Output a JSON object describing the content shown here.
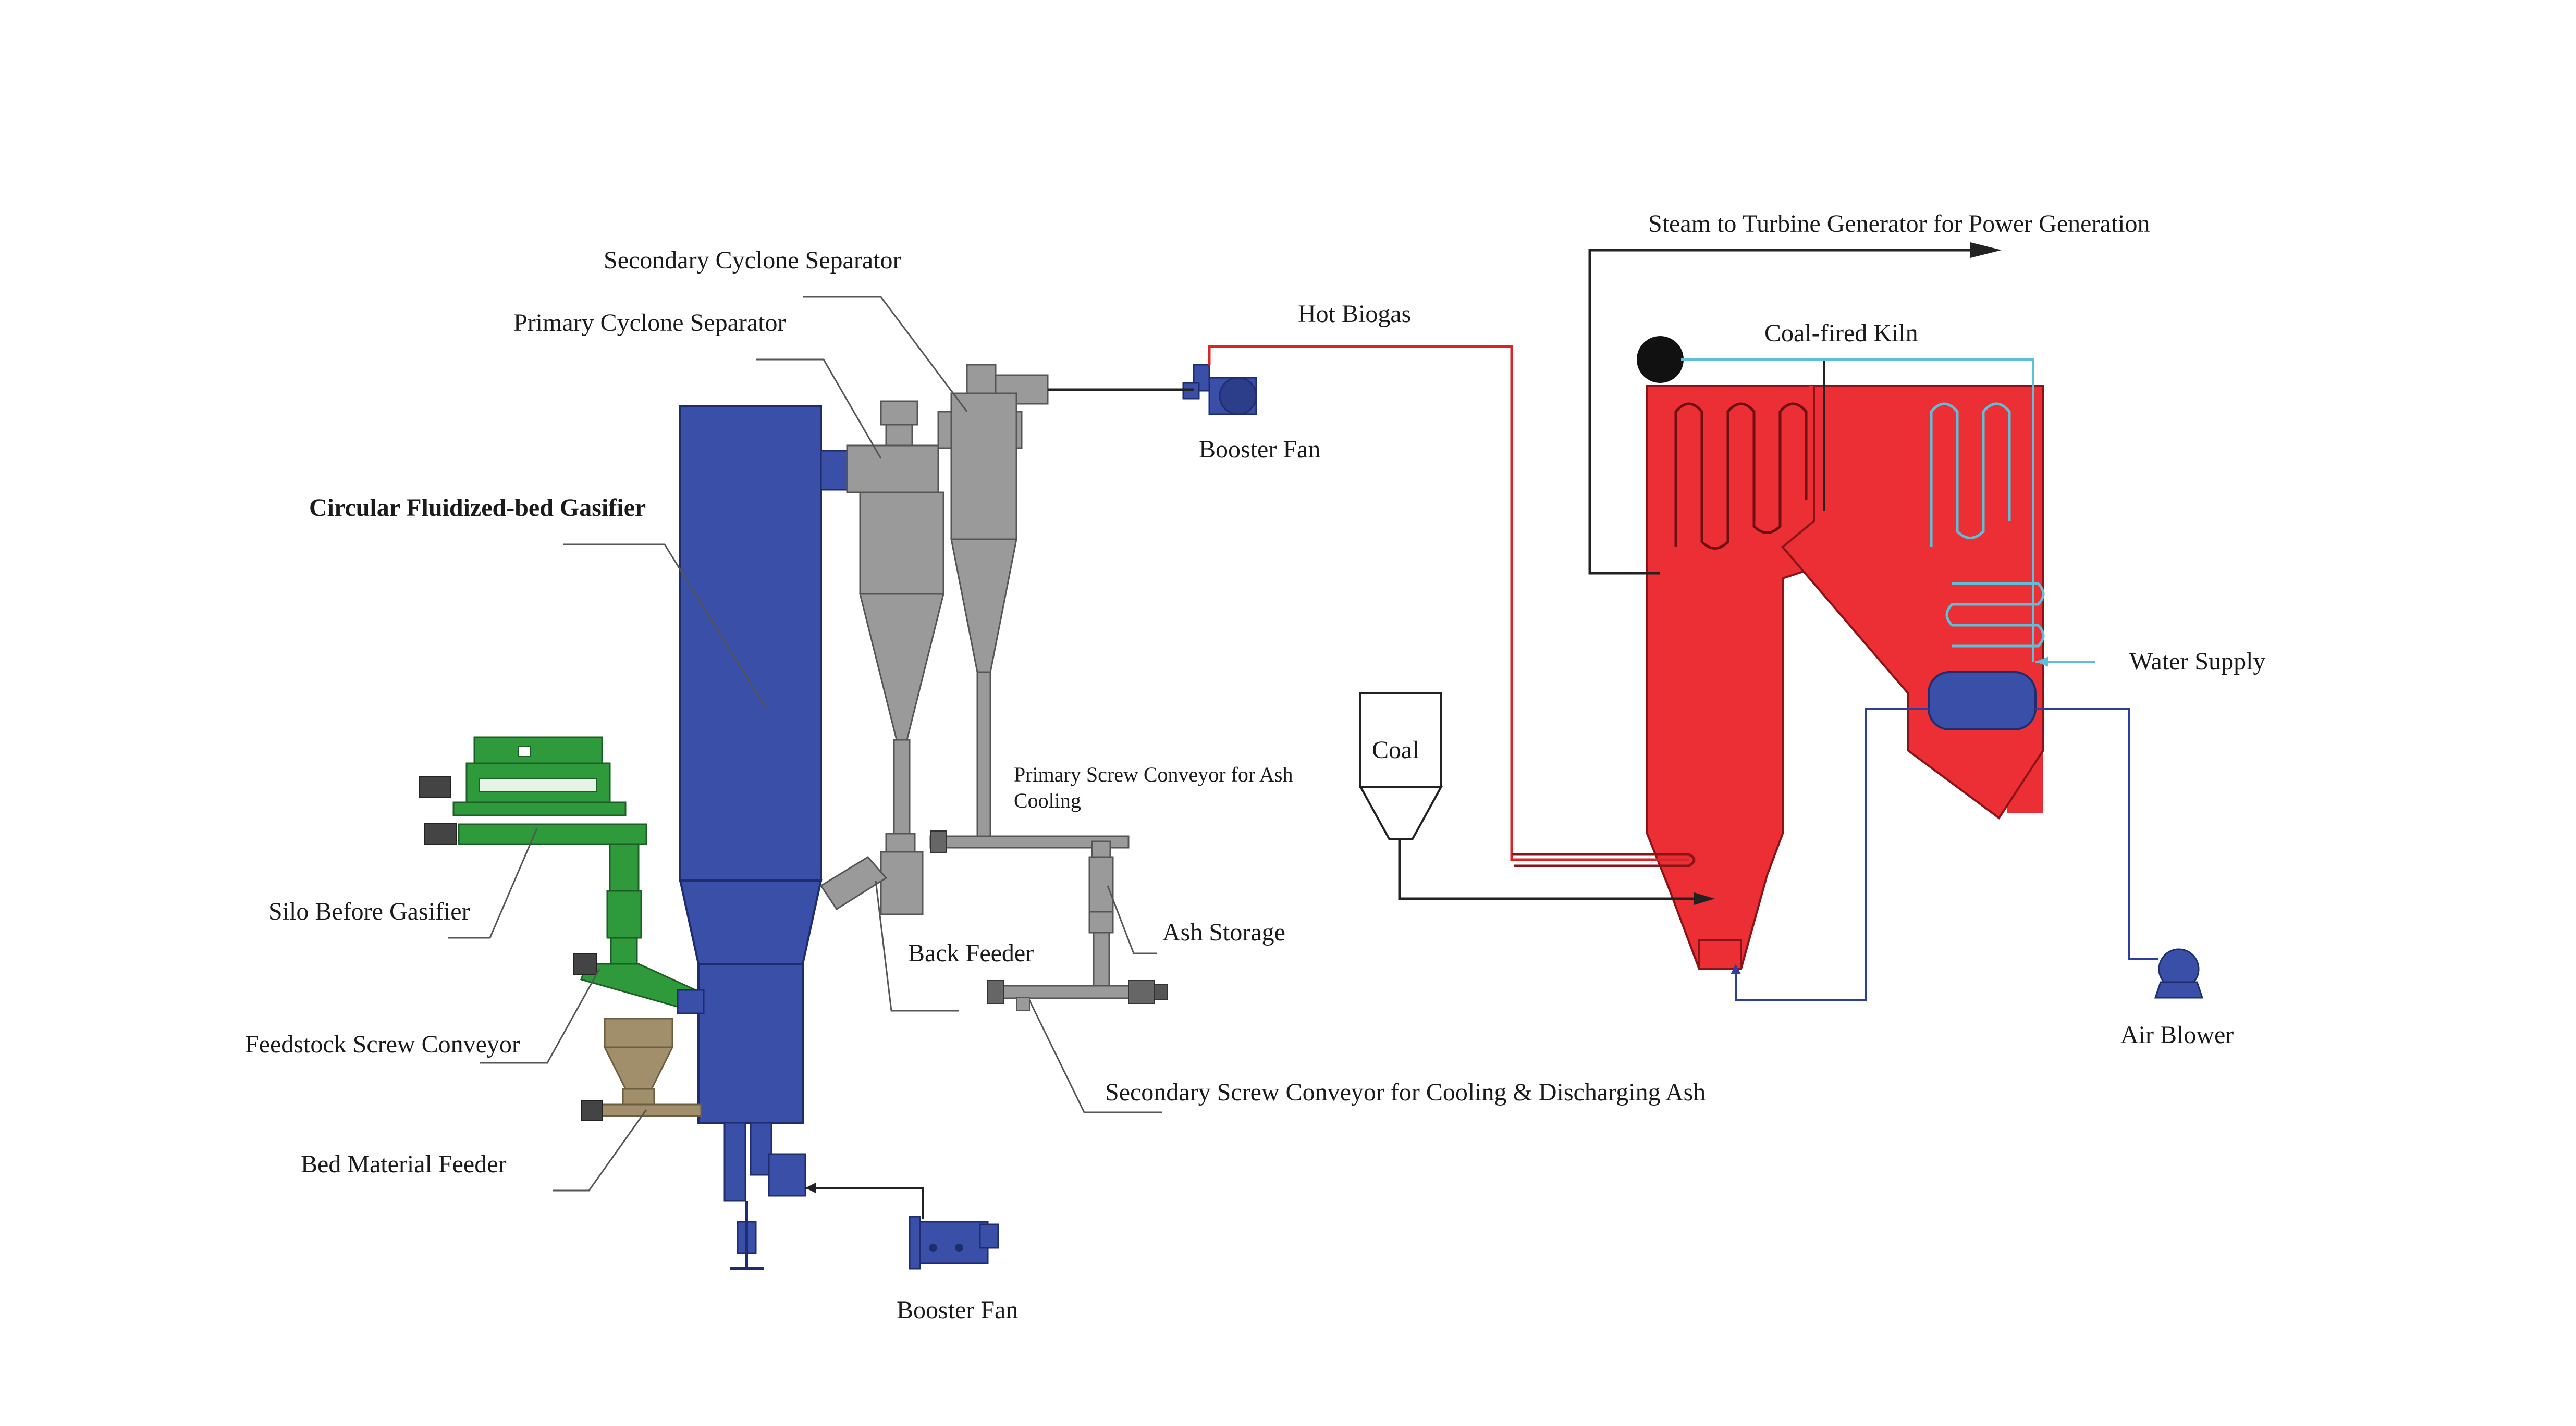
{
  "labels": {
    "secondary_cyclone": "Secondary Cyclone Separator",
    "primary_cyclone": "Primary Cyclone Separator",
    "gasifier": "Circular Fluidized-bed Gasifier",
    "hot_biogas": "Hot Biogas",
    "booster_fan_top": "Booster Fan",
    "steam_to_turbine": "Steam to Turbine Generator for Power Generation",
    "coal_kiln": "Coal-fired Kiln",
    "water_supply": "Water Supply",
    "coal": "Coal",
    "primary_screw_line1": "Primary  Screw Conveyor for Ash",
    "primary_screw_line2": "Cooling",
    "silo": "Silo Before Gasifier",
    "ash_storage": "Ash Storage",
    "back_feeder": "Back Feeder",
    "feedstock_screw": "Feedstock Screw Conveyor",
    "secondary_screw": "Secondary Screw Conveyor for Cooling & Discharging Ash",
    "air_blower": "Air Blower",
    "bed_material": "Bed Material  Feeder",
    "booster_fan_bottom": "Booster Fan"
  },
  "colors": {
    "gasifier_blue": "#3a4fa8",
    "cyclone_gray": "#9a9a9a",
    "kiln_red": "#ec2f35",
    "silo_green": "#2f9a3c",
    "feeder_tan": "#a08f6a",
    "biogas_line": "#d9242a",
    "water_line": "#5bc0d8",
    "air_line": "#2e3e9c",
    "steam_line": "#222222"
  }
}
